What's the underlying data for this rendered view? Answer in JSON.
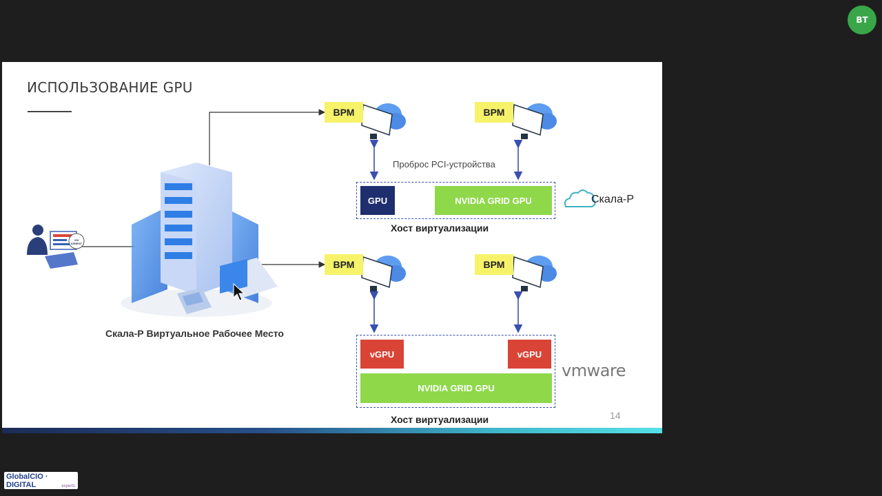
{
  "meeting": {
    "avatar_initials": "BT",
    "brand_label": "GlobalCIO · DIGITAL",
    "brand_sub": "experts"
  },
  "slide": {
    "title": "ИСПОЛЬЗОВАНИЕ GPU",
    "page_number": "14",
    "pci_label": "Проброс PCI-устройства",
    "caption": "Скала-Р Виртуальное Рабочее Место",
    "client_badge": "VDI КЛИЕНТ",
    "top_vrms": [
      "ВРМ",
      "ВРМ"
    ],
    "bottom_vrms": [
      "ВРМ",
      "ВРМ"
    ],
    "top_host": {
      "gpu_label": "GPU",
      "nvidia_label": "NVIDIA GRID GPU",
      "host_label": "Хост виртуализации"
    },
    "bottom_host": {
      "vgpu_labels": [
        "vGPU",
        "vGPU"
      ],
      "nvidia_label": "NVIDIA GRID GPU",
      "host_label": "Хост виртуализации"
    },
    "logos": {
      "skala": "Скала-Р",
      "vmware": "vmware"
    },
    "colors": {
      "vrm_yellow": "#f6f36a",
      "gpu_navy": "#1f2e6e",
      "nvidia_green": "#8ed84a",
      "vgpu_red": "#d94436",
      "arrow_blue": "#3a4fb0"
    }
  }
}
